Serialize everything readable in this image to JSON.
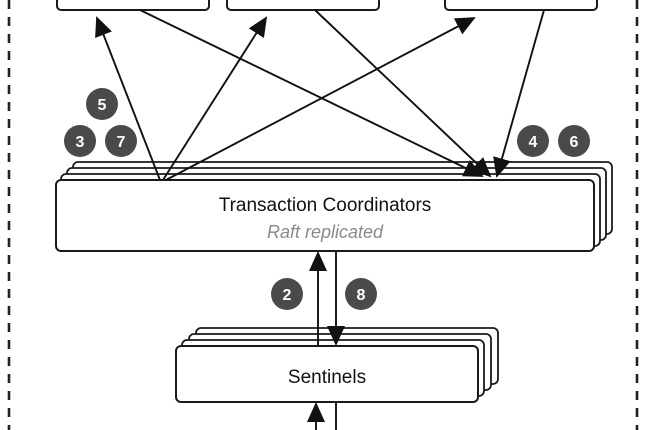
{
  "diagram": {
    "coordinator": {
      "title": "Transaction Coordinators",
      "subtitle": "Raft replicated"
    },
    "sentinels": {
      "title": "Sentinels"
    },
    "badges": [
      "5",
      "3",
      "7",
      "4",
      "6",
      "2",
      "8"
    ],
    "colors": {
      "badge_fill": "#4a4a4a",
      "stroke": "#1a1a1a",
      "subtitle_text": "#8a8a8a"
    }
  }
}
